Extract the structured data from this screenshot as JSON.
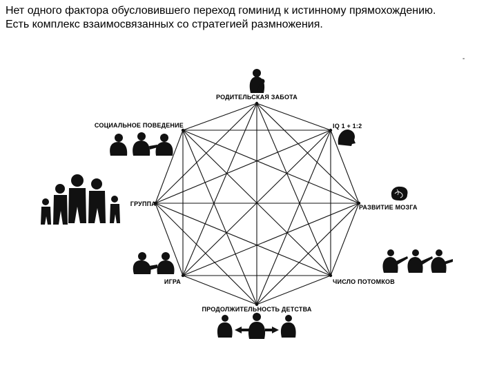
{
  "title": {
    "line1": "Нет одного фактора обусловившего переход гоминид к истинному прямохождению.",
    "line2": "Есть комплекс взаимосвязанных со стратегией размножения."
  },
  "corner_mark": "-",
  "diagram": {
    "nodes": [
      {
        "id": "parental-care",
        "label": "РОДИТЕЛЬСКАЯ ЗАБОТА",
        "icon": "parent-with-child-icon"
      },
      {
        "id": "iq",
        "label": "IQ 1 + 1:2",
        "icon": "head-profile-icon"
      },
      {
        "id": "brain",
        "label": "РАЗВИТИЕ МОЗГА",
        "icon": "brain-icon"
      },
      {
        "id": "offspring",
        "label": "ЧИСЛО ПОТОМКОВ",
        "icon": "mothers-with-infants-icon"
      },
      {
        "id": "childhood",
        "label": "ПРОДОЛЖИТЕЛЬНОСТЬ ДЕТСТВА",
        "icon": "child-growth-icon"
      },
      {
        "id": "play",
        "label": "ИГРА",
        "icon": "playing-figures-icon"
      },
      {
        "id": "group",
        "label": "ГРУППА",
        "icon": "group-of-hominids-icon"
      },
      {
        "id": "social",
        "label": "СОЦИАЛЬНОЕ ПОВЕДЕНИЕ",
        "icon": "grooming-figures-icon"
      }
    ]
  },
  "colors": {
    "ink": "#111111",
    "background": "#ffffff"
  }
}
